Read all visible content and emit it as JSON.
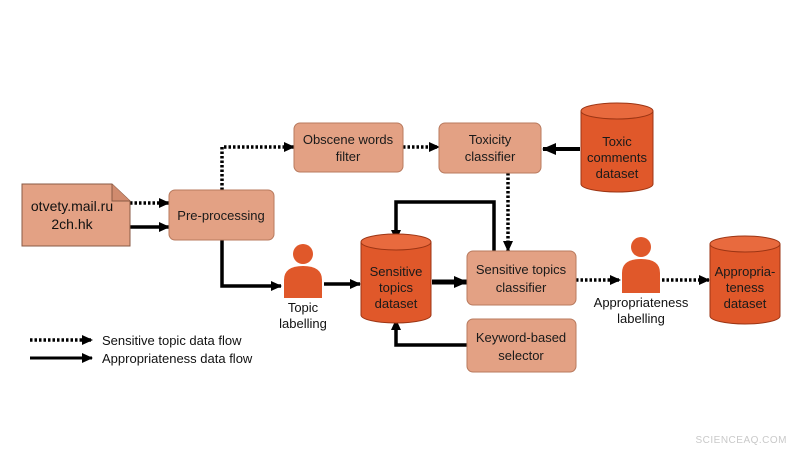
{
  "colors": {
    "process_fill": "#e3a184",
    "process_stroke": "#b87a5e",
    "db_fill": "#e0582a",
    "db_stroke": "#9c3514",
    "person_fill": "#e0582a",
    "source_fill": "#e3a184",
    "arrow": "#000000"
  },
  "source": {
    "line1": "otvety.mail.ru",
    "line2": "2ch.hk",
    "icon": "document-icon"
  },
  "nodes": {
    "preprocessing": "Pre-processing",
    "obscene_filter": {
      "line1": "Obscene words",
      "line2": "filter"
    },
    "toxicity_classifier": {
      "line1": "Toxicity",
      "line2": "classifier"
    },
    "toxic_dataset": {
      "line1": "Toxic",
      "line2": "comments",
      "line3": "dataset"
    },
    "sensitive_dataset": {
      "line1": "Sensitive",
      "line2": "topics",
      "line3": "dataset"
    },
    "sensitive_classifier": {
      "line1": "Sensitive topics",
      "line2": "classifier"
    },
    "keyword_selector": {
      "line1": "Keyword-based",
      "line2": "selector"
    },
    "appropriateness_dataset": {
      "line1": "Appropria-",
      "line2": "teness",
      "line3": "dataset"
    }
  },
  "people": {
    "topic_labelling": {
      "line1": "Topic",
      "line2": "labelling",
      "icon": "person-icon"
    },
    "appropriateness_labelling": {
      "line1": "Appropriateness",
      "line2": "labelling",
      "icon": "person-icon"
    }
  },
  "legend": {
    "sensitive_flow": "Sensitive topic data flow",
    "appropriateness_flow": "Appropriateness data flow"
  },
  "watermark": "SCIENCEAQ.COM"
}
